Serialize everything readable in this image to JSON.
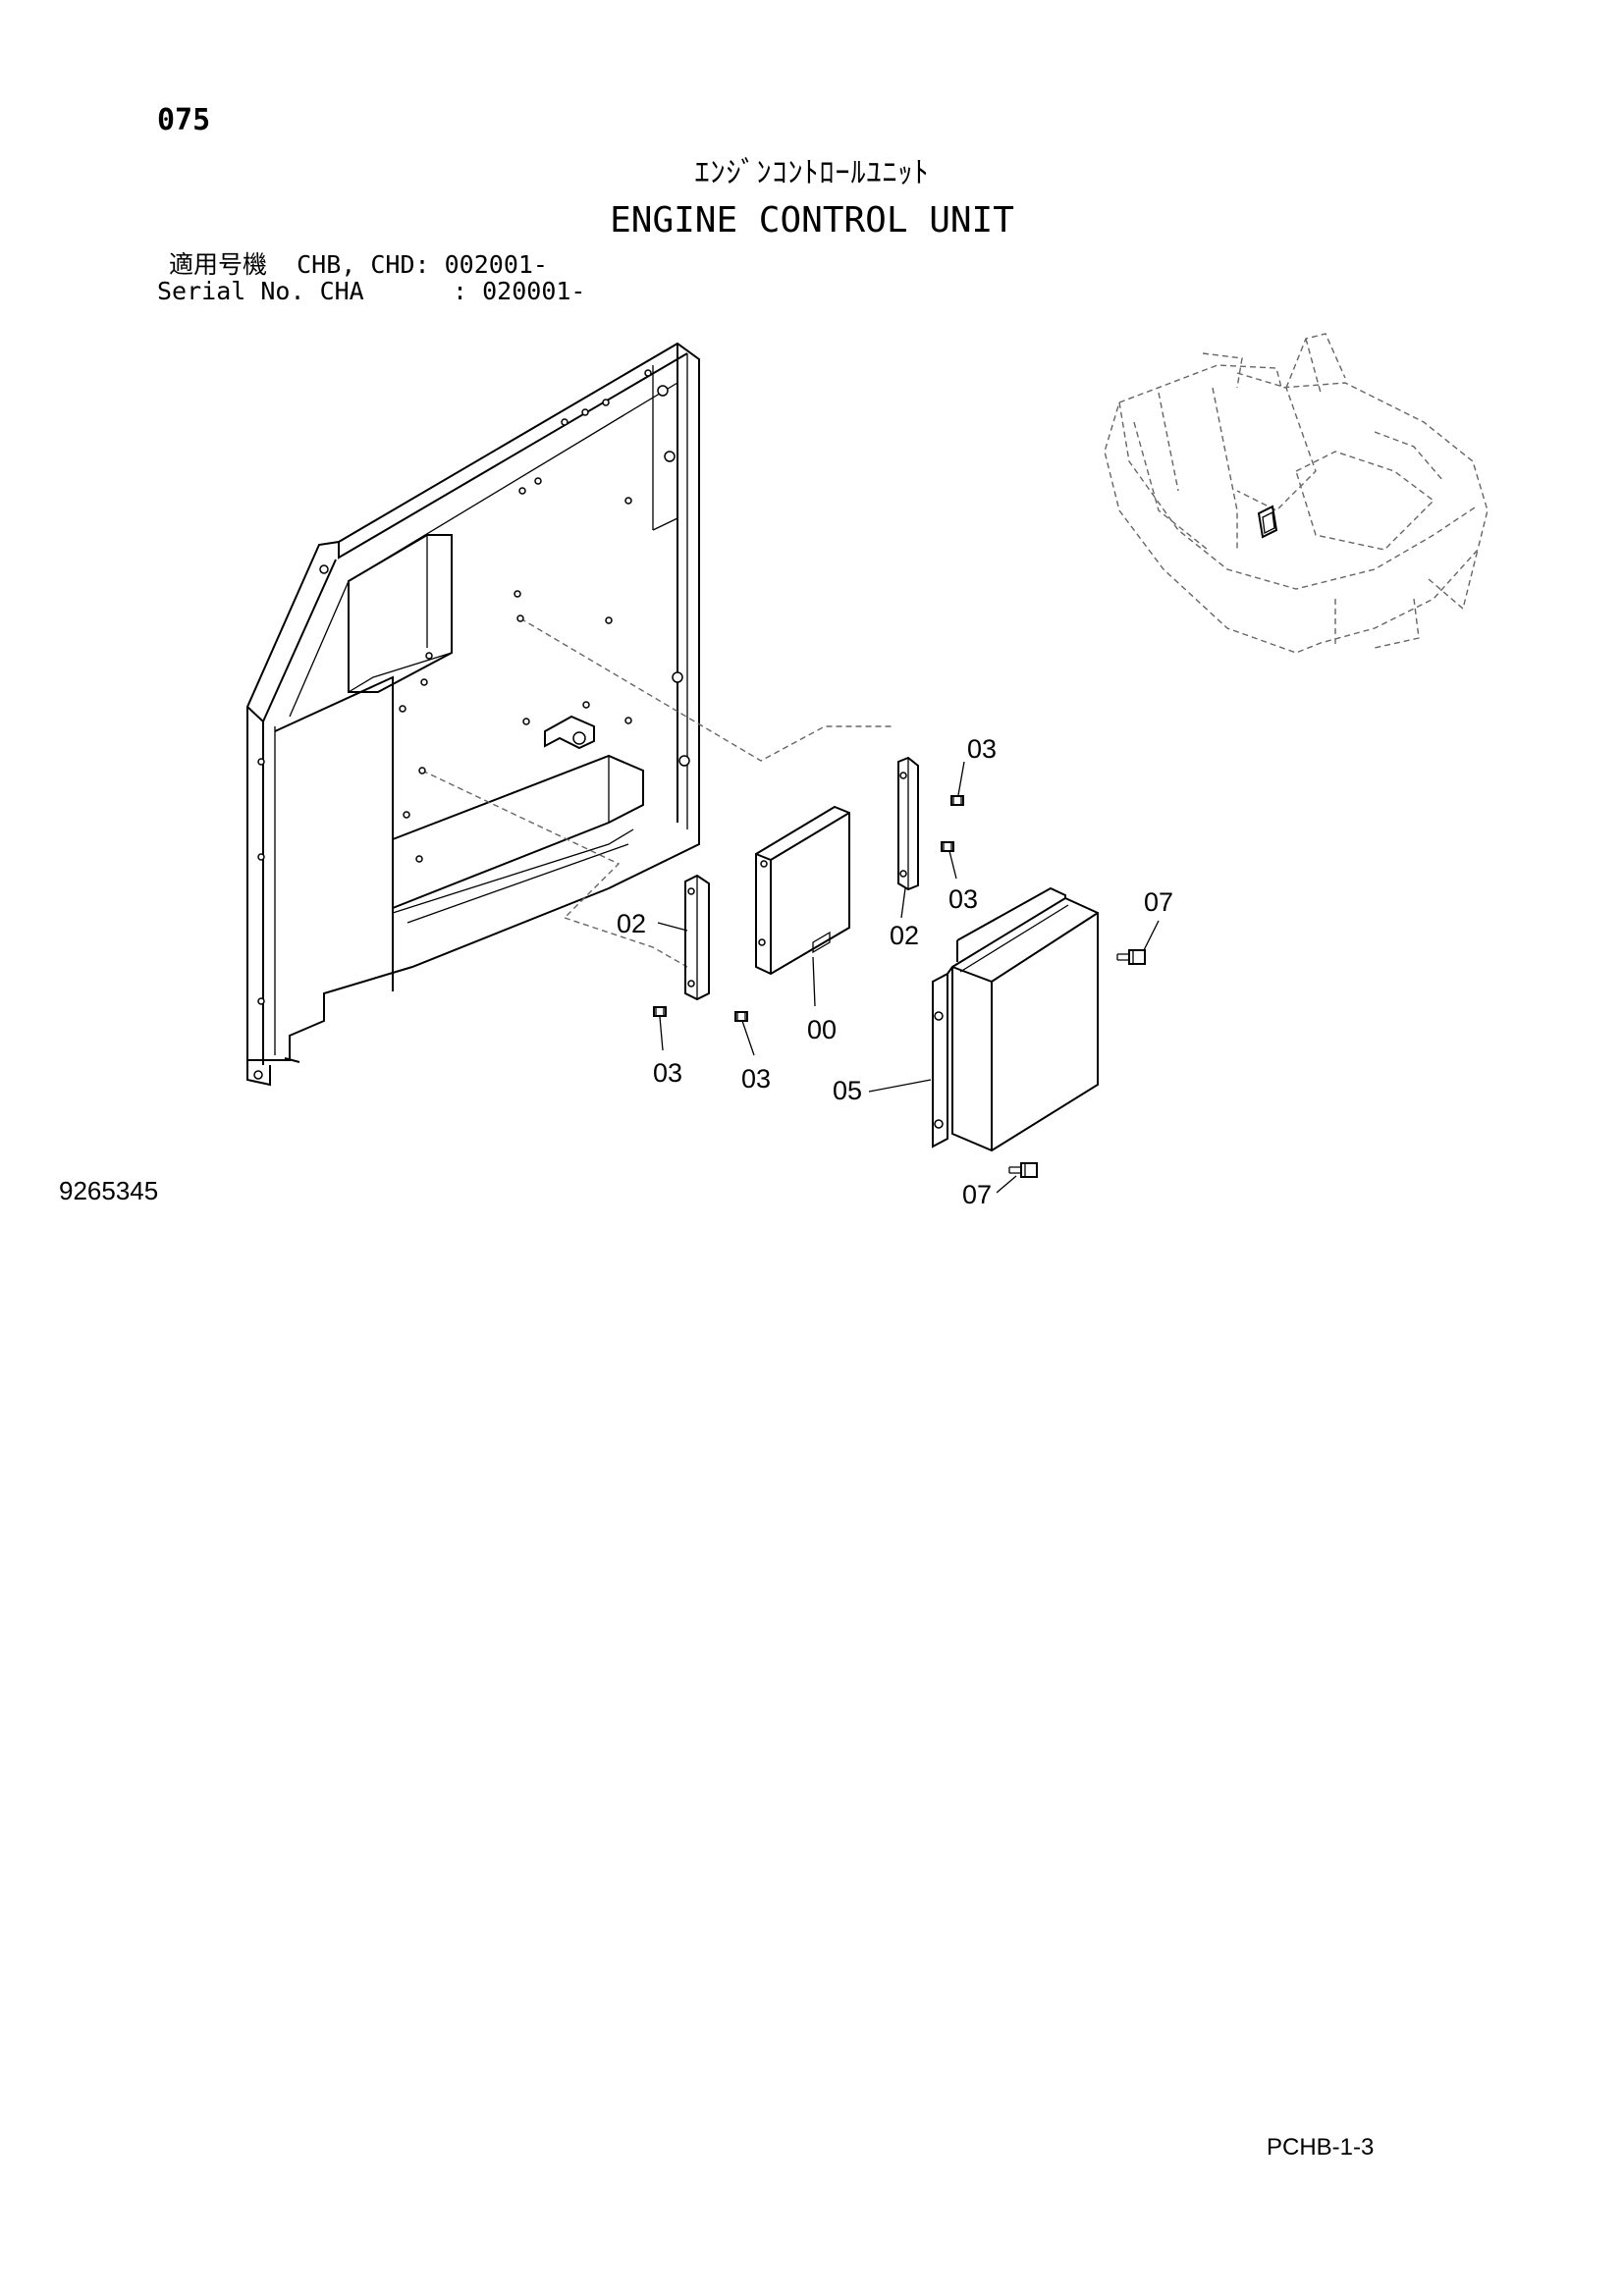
{
  "header": {
    "page_number": "075",
    "title_jp": "ｴﾝｼﾞﾝｺﾝﾄﾛｰﾙﾕﾆｯﾄ",
    "title_en": "ENGINE CONTROL UNIT",
    "serial_line_1": "適用号機  CHB, CHD: 002001-",
    "serial_line_2": "Serial No. CHA      : 020001-"
  },
  "callouts": {
    "c03_top": "03",
    "c03_right": "03",
    "c02_right": "02",
    "c02_left": "02",
    "c00": "00",
    "c03_bottom_left": "03",
    "c03_bottom_right": "03",
    "c07_top": "07",
    "c05": "05",
    "c07_bottom": "07"
  },
  "footer": {
    "drawing_number": "9265345",
    "page_code": "PCHB-1-3"
  }
}
